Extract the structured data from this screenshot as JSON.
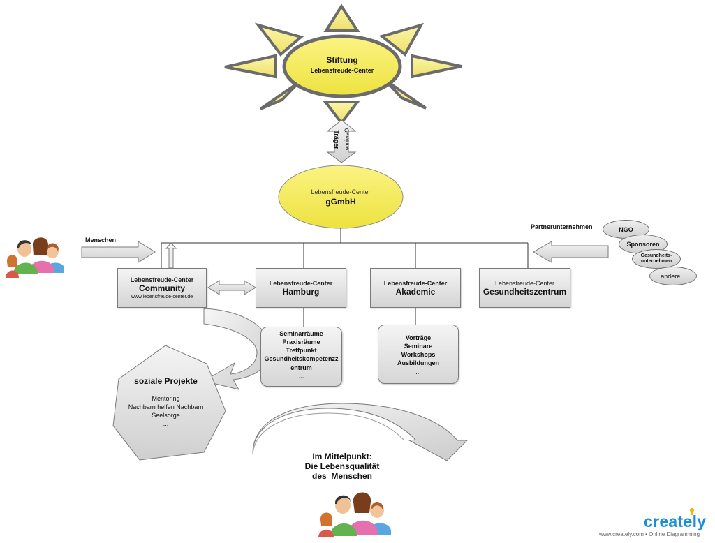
{
  "foundation": {
    "title": "Stiftung",
    "subtitle": "Lebensfreude-Center",
    "connector_label_1": "Träger",
    "connector_label_2": "Gewinne"
  },
  "ggmbh": {
    "line1": "Lebensfreude-Center",
    "line2": "gGmbH"
  },
  "inputs": {
    "people_label": "Menschen",
    "partners_label": "Partnerunternehmen"
  },
  "partners": [
    "NGO",
    "Sponsoren",
    "Gesundheits-unternehmen",
    "andere..."
  ],
  "units": [
    {
      "line1": "Lebensfreude-Center",
      "line2": "Community",
      "url": "www.lebensfreude-center.de"
    },
    {
      "line1": "Lebensfreude-Center",
      "line2": "Hamburg"
    },
    {
      "line1": "Lebensfreude-Center",
      "line2": "Akademie"
    },
    {
      "line1": "Lebensfreude-Center",
      "line2": "Gesundheitszentrum"
    }
  ],
  "hamburg_details": [
    "Seminarräume",
    "Praxisräume",
    "Treffpunkt",
    "Gesundheitskompetenzz",
    "entrum",
    "..."
  ],
  "akademie_details": [
    "Vorträge",
    "Seminare",
    "Workshops",
    "Ausbildungen",
    "..."
  ],
  "social": {
    "title": "soziale Projekte",
    "items": [
      "Mentoring",
      "Nachbarn helfen Nachbarn",
      "Seelsorge",
      "..."
    ]
  },
  "focus": {
    "line1": "Im Mittelpunkt:",
    "line2": "Die Lebensqualität",
    "line3": "des  Menschen"
  },
  "branding": {
    "logo": "creately",
    "tagline": "www.creately.com • Online Diagramming"
  },
  "colors": {
    "sun": "#f7ef86",
    "ellipse": "#f7ee5a",
    "box": "#dcdcdc",
    "brand": "#1b8fd6"
  }
}
